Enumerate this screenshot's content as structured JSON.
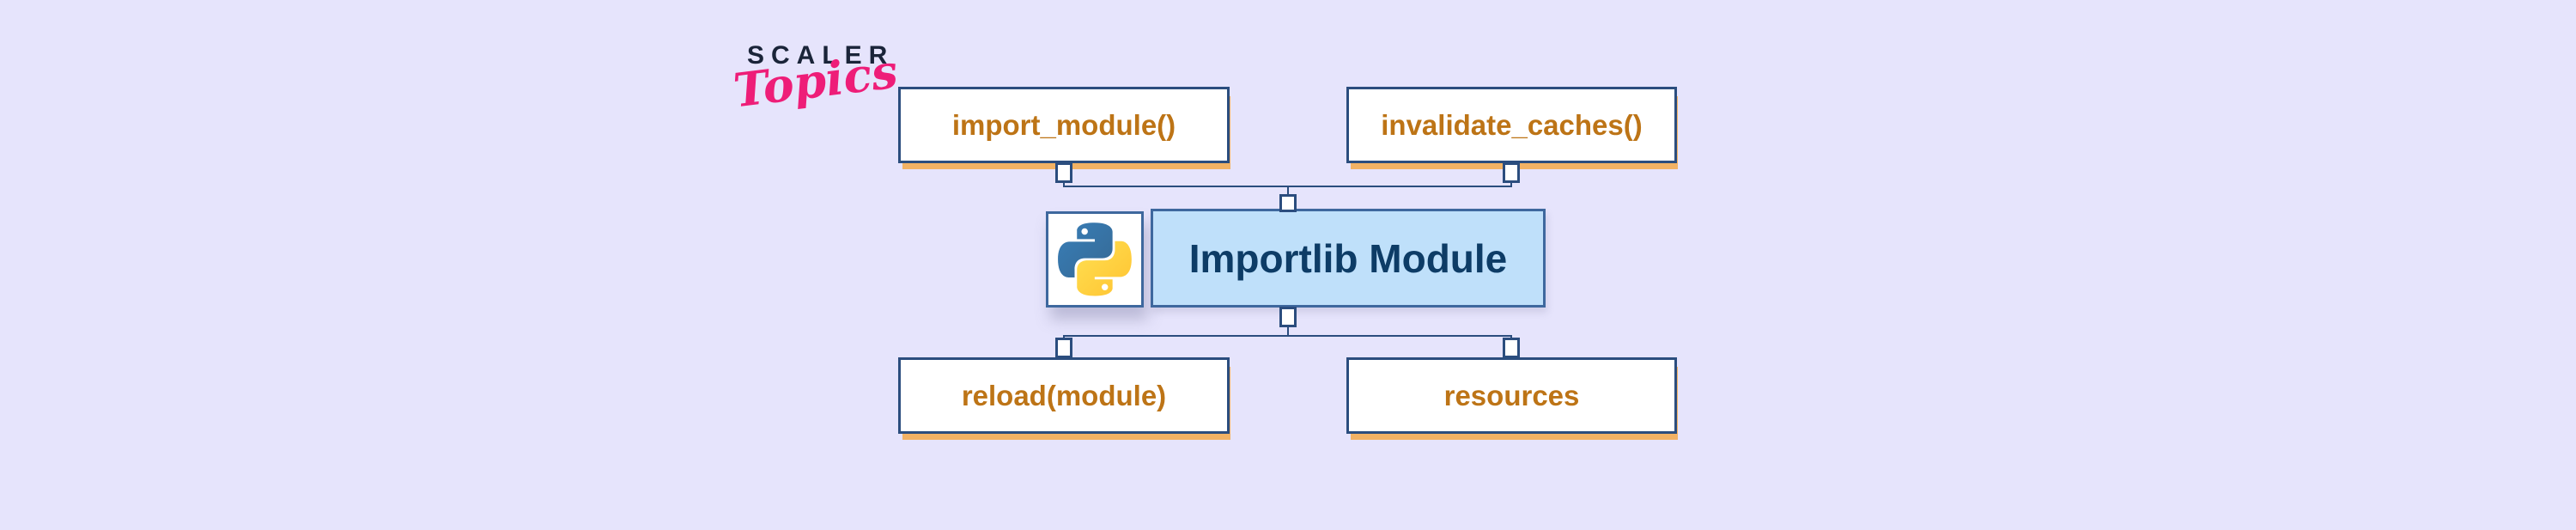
{
  "brand": {
    "name": "SCALER",
    "tagline": "Topics"
  },
  "diagram": {
    "center": {
      "label": "Importlib Module",
      "icon": "python-logo"
    },
    "top_methods": [
      {
        "label": "import_module()"
      },
      {
        "label": "invalidate_caches()"
      }
    ],
    "bottom_methods": [
      {
        "label": "reload(module)"
      },
      {
        "label": "resources"
      }
    ]
  },
  "colors": {
    "background": "#E6E4FC",
    "node_border": "#2B4D7E",
    "node_fill": "#FFFFFF",
    "node_text": "#BD7416",
    "node_shadow": "#F2B264",
    "center_fill": "#BFE0FA",
    "center_border": "#3E689E",
    "center_text": "#0D3C66",
    "connector": "#2B4D7E",
    "brand_navy": "#1A2439",
    "brand_pink": "#EE1D78",
    "python_blue": "#387EB8",
    "python_yellow": "#FFD43B"
  }
}
